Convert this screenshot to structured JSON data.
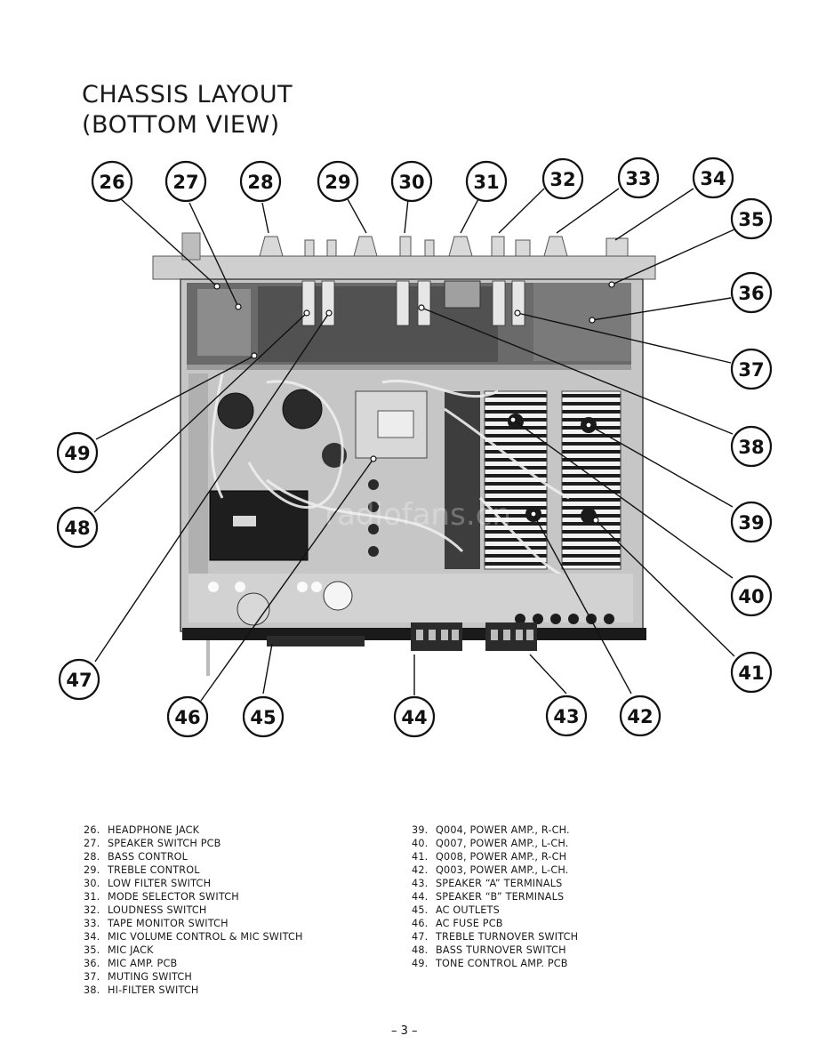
{
  "title": {
    "line1": "CHASSIS LAYOUT",
    "line2": "(BOTTOM VIEW)"
  },
  "callouts": [
    "26",
    "27",
    "28",
    "29",
    "30",
    "31",
    "32",
    "33",
    "34",
    "35",
    "36",
    "37",
    "38",
    "39",
    "40",
    "41",
    "42",
    "43",
    "44",
    "45",
    "46",
    "47",
    "48",
    "49"
  ],
  "legend_left": [
    {
      "num": "26.",
      "label": "HEADPHONE JACK"
    },
    {
      "num": "27.",
      "label": "SPEAKER SWITCH PCB"
    },
    {
      "num": "28.",
      "label": "BASS CONTROL"
    },
    {
      "num": "29.",
      "label": "TREBLE CONTROL"
    },
    {
      "num": "30.",
      "label": "LOW FILTER SWITCH"
    },
    {
      "num": "31.",
      "label": "MODE SELECTOR SWITCH"
    },
    {
      "num": "32.",
      "label": "LOUDNESS SWITCH"
    },
    {
      "num": "33.",
      "label": "TAPE MONITOR SWITCH"
    },
    {
      "num": "34.",
      "label": "MIC VOLUME CONTROL & MIC SWITCH"
    },
    {
      "num": "35.",
      "label": "MIC JACK"
    },
    {
      "num": "36.",
      "label": "MIC AMP. PCB"
    },
    {
      "num": "37.",
      "label": "MUTING SWITCH"
    },
    {
      "num": "38.",
      "label": "HI-FILTER SWITCH"
    }
  ],
  "legend_right": [
    {
      "num": "39.",
      "label": "Q004, POWER AMP., R-CH."
    },
    {
      "num": "40.",
      "label": "Q007, POWER AMP., L-CH."
    },
    {
      "num": "41.",
      "label": "Q008, POWER AMP., R-CH"
    },
    {
      "num": "42.",
      "label": "Q003, POWER AMP., L-CH."
    },
    {
      "num": "43.",
      "label": "SPEAKER “A” TERMINALS"
    },
    {
      "num": "44.",
      "label": "SPEAKER “B” TERMINALS"
    },
    {
      "num": "45.",
      "label": "AC OUTLETS"
    },
    {
      "num": "46.",
      "label": "AC FUSE PCB"
    },
    {
      "num": "47.",
      "label": "TREBLE TURNOVER SWITCH"
    },
    {
      "num": "48.",
      "label": "BASS TURNOVER SWITCH"
    },
    {
      "num": "49.",
      "label": "TONE CONTROL AMP. PCB"
    }
  ],
  "page_number": "– 3 –",
  "watermark": "radiofans.cn"
}
